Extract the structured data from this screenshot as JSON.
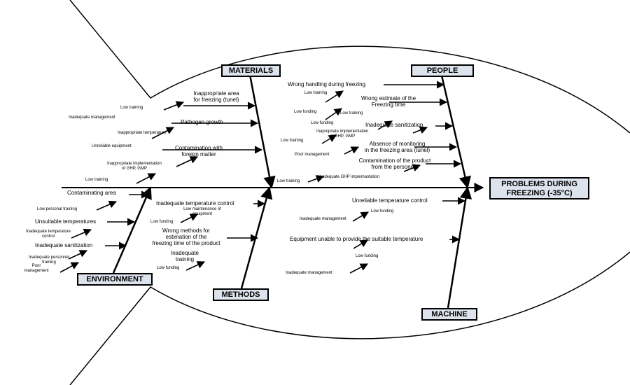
{
  "effect": {
    "line1": "PROBLEMS DURING",
    "line2": "FREEZING (-35°C)"
  },
  "categories": {
    "materials": "MATERIALS",
    "people": "PEOPLE",
    "environment": "ENVIRONMENT",
    "methods": "METHODS",
    "machine": "MACHINE"
  },
  "materials": {
    "inappropriate_area_1": "Inappropriate area",
    "inappropriate_area_2": "for freezing (tunel)",
    "low_training": "Low training",
    "inadequate_management": "Inadequate management",
    "pathogen_growth": "Pathogen growth",
    "inappropriate_temperature": "Inappropriate temperature",
    "unreliable_equipment": "Unreliable equipment",
    "contamination_1": "Contamination with",
    "contamination_2": "foreign matter",
    "impl_1": "Inappropriate   implementation",
    "impl_2": "of GHP, GMP",
    "low_training_2": "Low training"
  },
  "people": {
    "wrong_handling": "Wrong handling during freezing",
    "low_training_a": "Low  training",
    "low_funding_a": "Low funding",
    "wrong_estimate_1": "Wrong estimate of the",
    "wrong_estimate_2": "Freezing time",
    "low_training_b": "Low  training",
    "low_funding_b": "Low funding",
    "inadequate_sanitization": "Inadequate sanitization",
    "impl_1": "Inapropriate   implementation",
    "impl_2": "of GHP, GMP",
    "low_training_c": "Low training",
    "poor_management": "Poor management",
    "absence_1": "Absence of monitoring",
    "absence_2": "in the freezing area (tunel)",
    "contamination_1": "Contamination of the product",
    "contamination_2": "from the personnel",
    "low_training_d": "Low training",
    "inadequate_ghp": "Inadequate GHP implemantation"
  },
  "environment": {
    "contaminating_area": "Contaminating area",
    "low_personal_training": "Low personal training",
    "unsuitable_temperatures": "Unsuitable temperatures",
    "inadequate_temp_control_1": "Inadequate temperature",
    "inadequate_temp_control_2": "control",
    "inadequate_sanitization": "Inadequate sanitization",
    "inadequate_personnel_1": "Inadequate personnel",
    "inadequate_personnel_2": "training",
    "poor_management_1": "Poor",
    "poor_management_2": "management"
  },
  "methods": {
    "inadequate_temp_control": "Inadequate temperature control",
    "low_maintenance_1": "Low maintenance of",
    "low_maintenance_2": "equipment",
    "low_funding_a": "Low funding",
    "wrong_methods_1": "Wrong methods for",
    "wrong_methods_2": "estimation  of the",
    "wrong_methods_3": "freezing time of the product",
    "inadequate_training_1": "Inadequate",
    "inadequate_training_2": "training",
    "low_funding_b": "Low funding"
  },
  "machine": {
    "unreliable_temp_control": "Unreliable temperature control",
    "low_funding_a": "Low funding",
    "inadequate_management_a": "Inadequate management",
    "equipment_unable": "Equipment unable to provide the suitable temperature",
    "low_funding_b": "Low funding",
    "inadequate_management_b": "Inadequate management"
  }
}
